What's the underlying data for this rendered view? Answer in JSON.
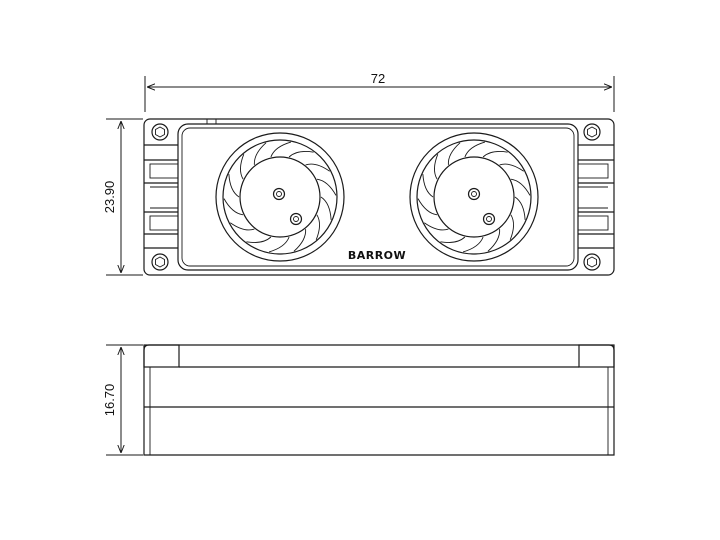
{
  "dimensions": {
    "width_label": "72",
    "height_label": "23.90",
    "thickness_label": "16.70"
  },
  "brand": {
    "logo_text": "BARROW"
  },
  "colors": {
    "line": "#1a1a1a",
    "background": "#ffffff"
  }
}
